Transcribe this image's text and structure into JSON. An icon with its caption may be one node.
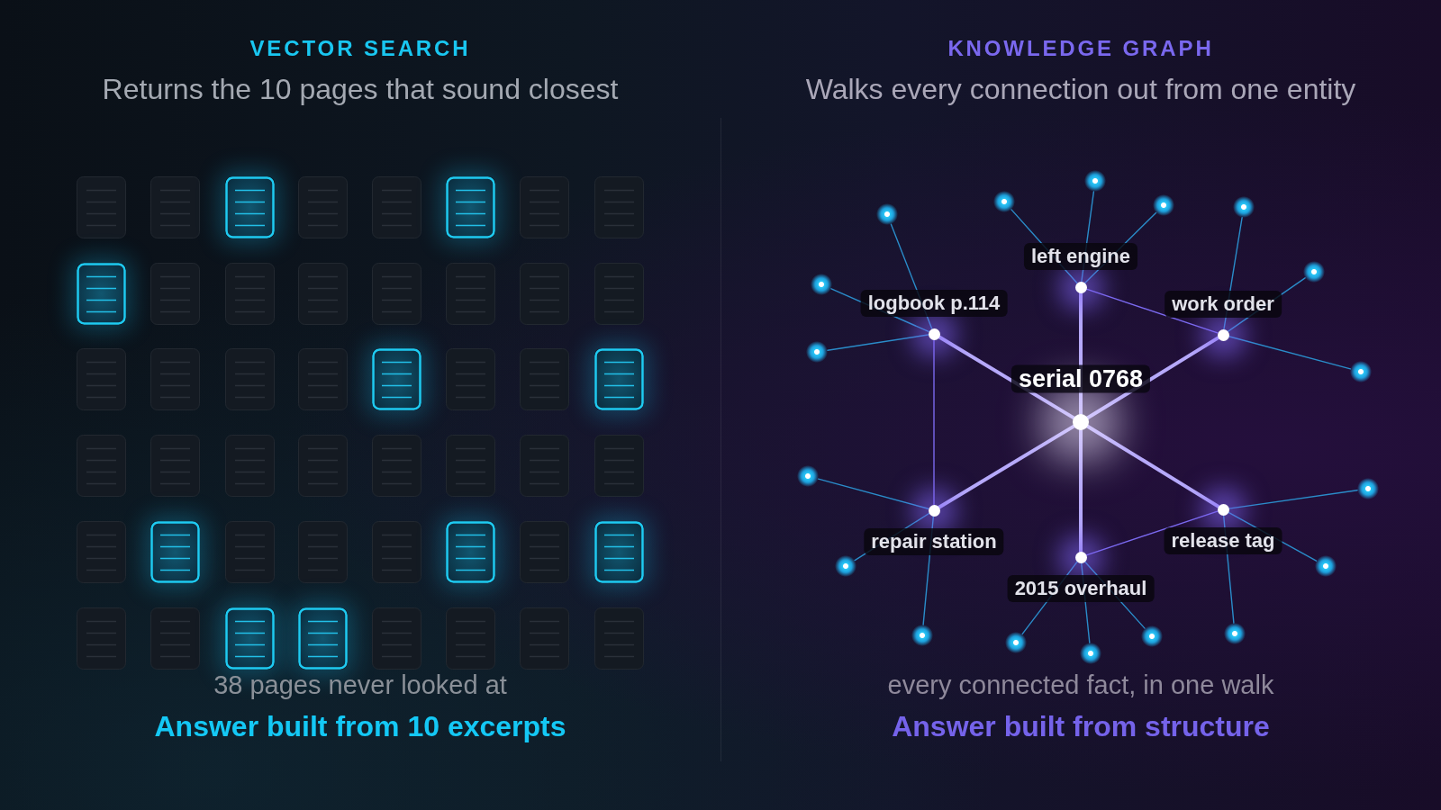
{
  "diagram": {
    "nodes": [
      {
        "text": [],
        "shape": "circle",
        "beside": [
          "serial 0768"
        ]
      },
      {
        "text": [],
        "shape": "circle",
        "beside": [
          "left engine"
        ]
      },
      {
        "text": [],
        "shape": "circle",
        "beside": [
          "logbook p.114"
        ]
      },
      {
        "text": [],
        "shape": "circle",
        "beside": [
          "work order"
        ]
      },
      {
        "text": [],
        "shape": "circle",
        "beside": [
          "repair station"
        ]
      },
      {
        "text": [],
        "shape": "circle",
        "beside": [
          "release tag"
        ]
      },
      {
        "text": [],
        "shape": "circle",
        "beside": [
          "2015 overhaul"
        ]
      },
      {
        "text": [],
        "shape": "circle"
      },
      {
        "text": [],
        "shape": "circle"
      },
      {
        "text": [],
        "shape": "circle"
      },
      {
        "text": [],
        "shape": "circle"
      },
      {
        "text": [],
        "shape": "circle"
      },
      {
        "text": [],
        "shape": "circle"
      },
      {
        "text": [],
        "shape": "circle"
      },
      {
        "text": [],
        "shape": "circle"
      },
      {
        "text": [],
        "shape": "circle"
      },
      {
        "text": [],
        "shape": "circle"
      },
      {
        "text": [],
        "shape": "circle"
      },
      {
        "text": [],
        "shape": "circle"
      },
      {
        "text": [],
        "shape": "circle"
      },
      {
        "text": [],
        "shape": "circle"
      },
      {
        "text": [],
        "shape": "circle"
      },
      {
        "text": [],
        "shape": "circle"
      },
      {
        "text": [],
        "shape": "circle"
      },
      {
        "text": [],
        "shape": "circle"
      }
    ],
    "edges": [
      {
        "from": 0,
        "to": 1,
        "arrow": "none",
        "style": "thick",
        "color": "#b6a9fb"
      },
      {
        "from": 0,
        "to": 2,
        "arrow": "none",
        "style": "thick",
        "color": "#b6a9fb"
      },
      {
        "from": 0,
        "to": 3,
        "arrow": "none",
        "style": "thick",
        "color": "#b6a9fb"
      },
      {
        "from": 0,
        "to": 4,
        "arrow": "none",
        "style": "thick",
        "color": "#b6a9fb"
      },
      {
        "from": 0,
        "to": 5,
        "arrow": "none",
        "style": "thick",
        "color": "#b6a9fb"
      },
      {
        "from": 0,
        "to": 6,
        "arrow": "none",
        "style": "thick",
        "color": "#b6a9fb"
      },
      {
        "from": 1,
        "to": 3,
        "arrow": "none",
        "color": "#7b6af0"
      },
      {
        "from": 2,
        "to": 4,
        "arrow": "none",
        "color": "#7b6af0"
      },
      {
        "from": 6,
        "to": 5,
        "arrow": "none",
        "color": "#7b6af0"
      },
      {
        "from": 1,
        "to": 7,
        "arrow": "none"
      },
      {
        "from": 1,
        "to": 8,
        "arrow": "none"
      },
      {
        "from": 1,
        "to": 9,
        "arrow": "none"
      },
      {
        "from": 2,
        "to": 10,
        "arrow": "none"
      },
      {
        "from": 2,
        "to": 11,
        "arrow": "none"
      },
      {
        "from": 2,
        "to": 12,
        "arrow": "none"
      },
      {
        "from": 3,
        "to": 13,
        "arrow": "none"
      },
      {
        "from": 3,
        "to": 14,
        "arrow": "none"
      },
      {
        "from": 3,
        "to": 15,
        "arrow": "none"
      },
      {
        "from": 4,
        "to": 16,
        "arrow": "none"
      },
      {
        "from": 4,
        "to": 17,
        "arrow": "none"
      },
      {
        "from": 4,
        "to": 18,
        "arrow": "none"
      },
      {
        "from": 5,
        "to": 19,
        "arrow": "none"
      },
      {
        "from": 5,
        "to": 20,
        "arrow": "none"
      },
      {
        "from": 5,
        "to": 21,
        "arrow": "none"
      },
      {
        "from": 6,
        "to": 22,
        "arrow": "none"
      },
      {
        "from": 6,
        "to": 23,
        "arrow": "none"
      },
      {
        "from": 6,
        "to": 24,
        "arrow": "none"
      }
    ],
    "labels": [
      "VECTOR SEARCH",
      "Returns the 10 pages that sound closest",
      "KNOWLEDGE GRAPH",
      "Walks every connection out from one entity",
      "38 pages never looked at",
      "Answer built from 10 excerpts",
      "every connected fact, in one walk",
      "Answer built from structure"
    ]
  }
}
